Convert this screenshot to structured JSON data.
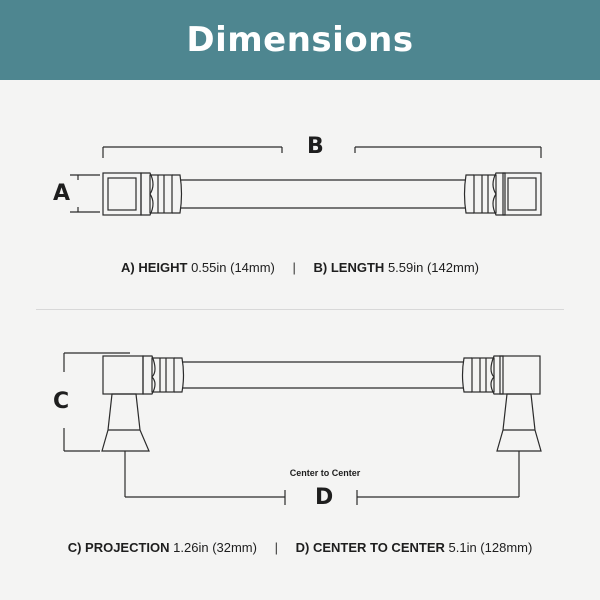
{
  "header": {
    "title": "Dimensions"
  },
  "labels": {
    "a": "A",
    "b": "B",
    "c": "C",
    "d": "D",
    "center_to_center": "Center to Center"
  },
  "specs": {
    "height": {
      "name": "A) HEIGHT",
      "value": "0.55in (14mm)"
    },
    "length": {
      "name": "B) LENGTH",
      "value": "5.59in (142mm)"
    },
    "projection": {
      "name": "C) PROJECTION",
      "value": "1.26in (32mm)"
    },
    "center": {
      "name": "D) CENTER TO CENTER",
      "value": "5.1in (128mm)"
    },
    "separator": "|"
  },
  "colors": {
    "header_bg": "#4e8690",
    "outline": "#2b2b2b",
    "background": "#f4f4f3"
  }
}
